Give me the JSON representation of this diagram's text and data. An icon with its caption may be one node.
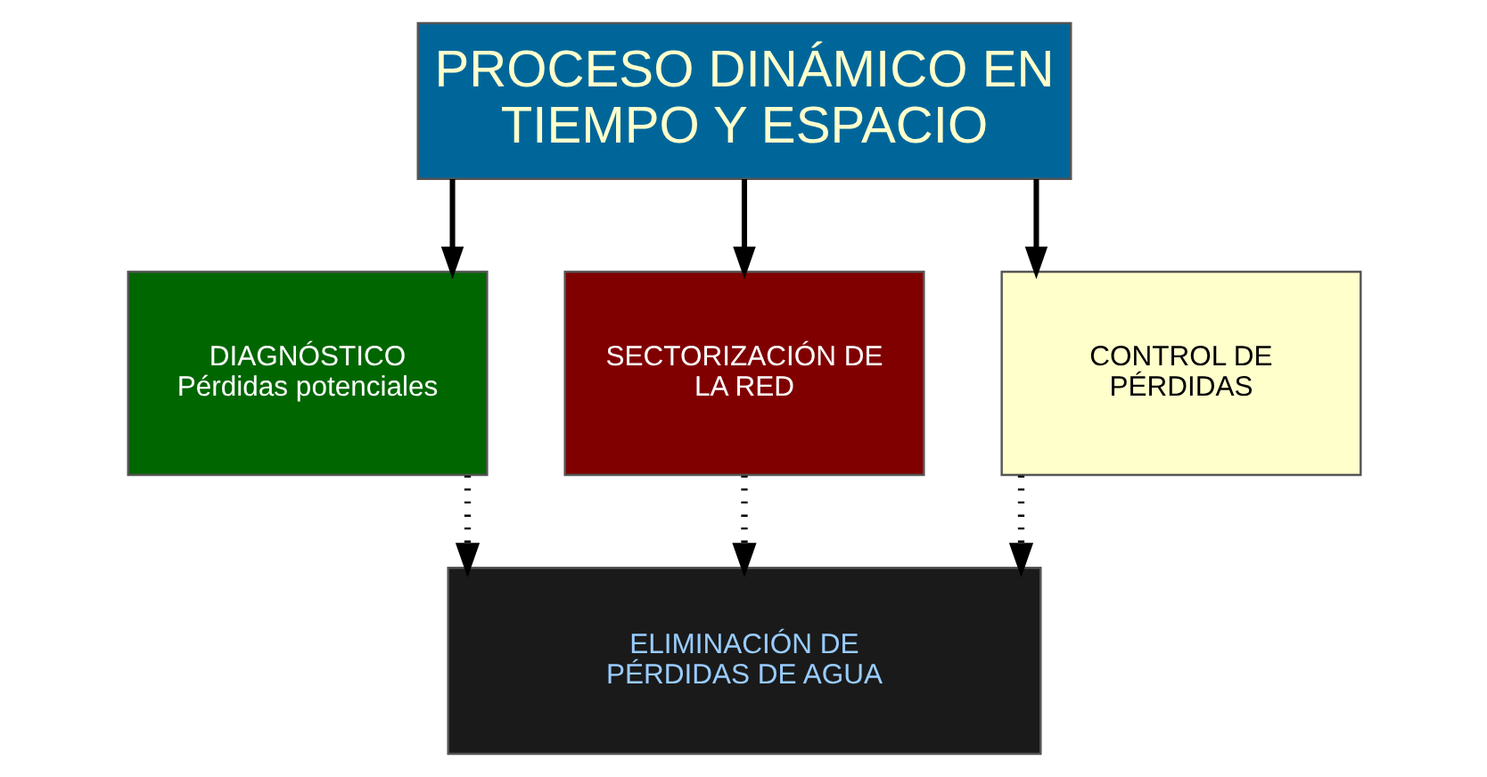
{
  "diagram": {
    "nodes": [
      {
        "text": [
          "PROCESO DINÁMICO EN TIEMPO Y ESPACIO"
        ]
      },
      {
        "text": [
          "DIAGNÓSTICO",
          "Pérdidas potenciales"
        ]
      },
      {
        "text": [
          "SECTORIZACIÓN DE LA RED"
        ]
      },
      {
        "text": [
          "CONTROL DE PÉRDIDAS"
        ]
      },
      {
        "text": [
          "ELIMINACIÓN DE PÉRDIDAS DE AGUA"
        ]
      }
    ],
    "edges": [
      {
        "from": 0,
        "to": 1,
        "arrow": "to"
      },
      {
        "from": 0,
        "to": 2,
        "arrow": "to"
      },
      {
        "from": 0,
        "to": 3,
        "arrow": "to"
      },
      {
        "from": 1,
        "to": 4,
        "arrow": "to",
        "style": "dashed"
      },
      {
        "from": 2,
        "to": 4,
        "arrow": "to",
        "style": "dashed"
      },
      {
        "from": 3,
        "to": 4,
        "arrow": "to",
        "style": "dashed"
      }
    ]
  }
}
